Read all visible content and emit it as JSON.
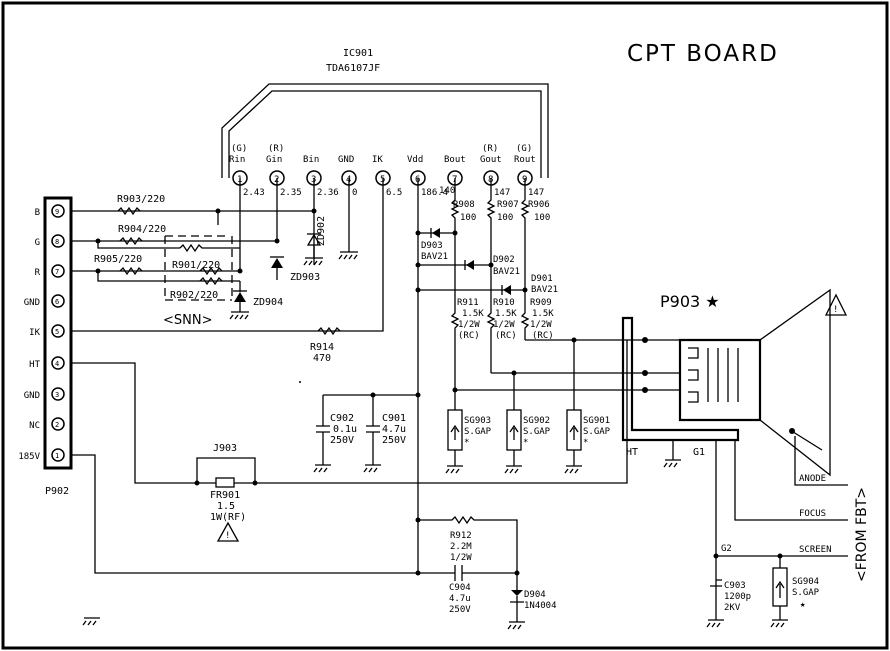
{
  "title": "CPT BOARD",
  "ic": {
    "ref": "IC901",
    "part": "TDA6107JF",
    "pins": [
      {
        "num": "1",
        "top": "(G)",
        "name": "Rin",
        "voltage": "2.43"
      },
      {
        "num": "2",
        "top": "(R)",
        "name": "Gin",
        "voltage": "2.35"
      },
      {
        "num": "3",
        "top": "",
        "name": "Bin",
        "voltage": "2.36"
      },
      {
        "num": "4",
        "top": "",
        "name": "GND",
        "voltage": "0"
      },
      {
        "num": "5",
        "top": "",
        "name": "IK",
        "voltage": "6.5"
      },
      {
        "num": "6",
        "top": "",
        "name": "Vdd",
        "voltage": "186.4"
      },
      {
        "num": "7",
        "top": "",
        "name": "Bout",
        "voltage": "140"
      },
      {
        "num": "8",
        "top": "(R)",
        "name": "Gout",
        "voltage": "147"
      },
      {
        "num": "9",
        "top": "(G)",
        "name": "Rout",
        "voltage": "147"
      }
    ]
  },
  "connector": {
    "ref": "P902",
    "pins": [
      {
        "num": "9",
        "signal": "B"
      },
      {
        "num": "8",
        "signal": "G"
      },
      {
        "num": "7",
        "signal": "R"
      },
      {
        "num": "6",
        "signal": "GND"
      },
      {
        "num": "5",
        "signal": "IK"
      },
      {
        "num": "4",
        "signal": "HT"
      },
      {
        "num": "3",
        "signal": "GND"
      },
      {
        "num": "2",
        "signal": "NC"
      },
      {
        "num": "1",
        "signal": "185V"
      }
    ]
  },
  "components": {
    "r903": "R903/220",
    "r904": "R904/220",
    "r905": "R905/220",
    "r901": "R901/220",
    "r902": "R902/220",
    "snn": "<SNN>",
    "zd902": "ZD902",
    "zd903": "ZD903",
    "zd904": "ZD904",
    "r914_ref": "R914",
    "r914_val": "470",
    "r908_ref": "R908",
    "r908_val": "100",
    "r907_ref": "R907",
    "r907_val": "100",
    "r906_ref": "R906",
    "r906_val": "100",
    "d903_ref": "D903",
    "d903_part": "BAV21",
    "d902_ref": "D902",
    "d902_part": "BAV21",
    "d901_ref": "D901",
    "d901_part": "BAV21",
    "r911": [
      "R911",
      "1.5K",
      "1/2W",
      "(RC)"
    ],
    "r910": [
      "R910",
      "1.5K",
      "1/2W",
      "(RC)"
    ],
    "r909": [
      "R909",
      "1.5K",
      "1/2W",
      "(RC)"
    ],
    "c902": [
      "C902",
      "0.1u",
      "250V"
    ],
    "c901": [
      "C901",
      "4.7u",
      "250V"
    ],
    "sg903": [
      "SG903",
      "S.GAP",
      "*"
    ],
    "sg902": [
      "SG902",
      "S.GAP",
      "*"
    ],
    "sg901": [
      "SG901",
      "S.GAP",
      "*"
    ],
    "j903": "J903",
    "fr901": [
      "FR901",
      "1.5",
      "1W(RF)"
    ],
    "r912": [
      "R912",
      "2.2M",
      "1/2W"
    ],
    "c904": [
      "C904",
      "4.7u",
      "250V"
    ],
    "d904": [
      "D904",
      "1N4004"
    ],
    "c903": [
      "C903",
      "1200p",
      "2KV"
    ],
    "sg904": [
      "SG904",
      "S.GAP",
      "★"
    ],
    "p903": "P903 ★",
    "ht": "HT",
    "g1": "G1",
    "g2": "G2",
    "anode": "ANODE",
    "focus": "FOCUS",
    "screen": "SCREEN",
    "from_fbt": "<FROM FBT>"
  }
}
